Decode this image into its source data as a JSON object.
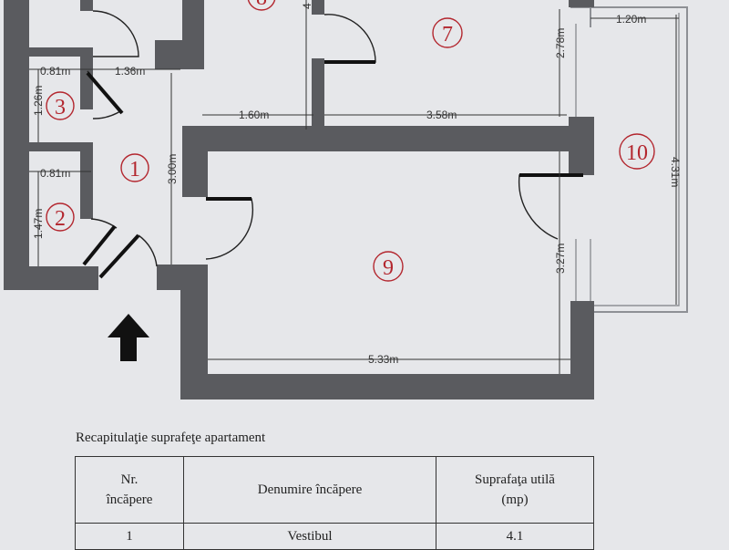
{
  "plan": {
    "rooms": [
      {
        "id": "room-1",
        "label": "1"
      },
      {
        "id": "room-2",
        "label": "2"
      },
      {
        "id": "room-3",
        "label": "3"
      },
      {
        "id": "room-7",
        "label": "7"
      },
      {
        "id": "room-8",
        "label": "8"
      },
      {
        "id": "room-9",
        "label": "9"
      },
      {
        "id": "room-10",
        "label": "10"
      }
    ],
    "dimensions": {
      "d_081_top": "0.81m",
      "d_136": "1.36m",
      "d_126": "1.26m",
      "d_081_bottom": "0.81m",
      "d_147": "1.47m",
      "d_300": "3.00m",
      "d_160": "1.60m",
      "d_358": "3.58m",
      "d_278": "2.78m",
      "d_120": "1.20m",
      "d_431": "4.31m",
      "d_327": "3.27m",
      "d_533": "5.33m",
      "d_4": "4"
    },
    "entrance": "up-arrow-icon"
  },
  "table": {
    "title": "Recapitulaţie suprafeţe apartament",
    "headers": {
      "nr_line1": "Nr.",
      "nr_line2": "încăpere",
      "name": "Denumire încăpere",
      "area_line1": "Suprafaţa utilă",
      "area_line2": "(mp)"
    },
    "rows": [
      {
        "nr": "1",
        "name": "Vestibul",
        "area": "4.1"
      }
    ]
  }
}
